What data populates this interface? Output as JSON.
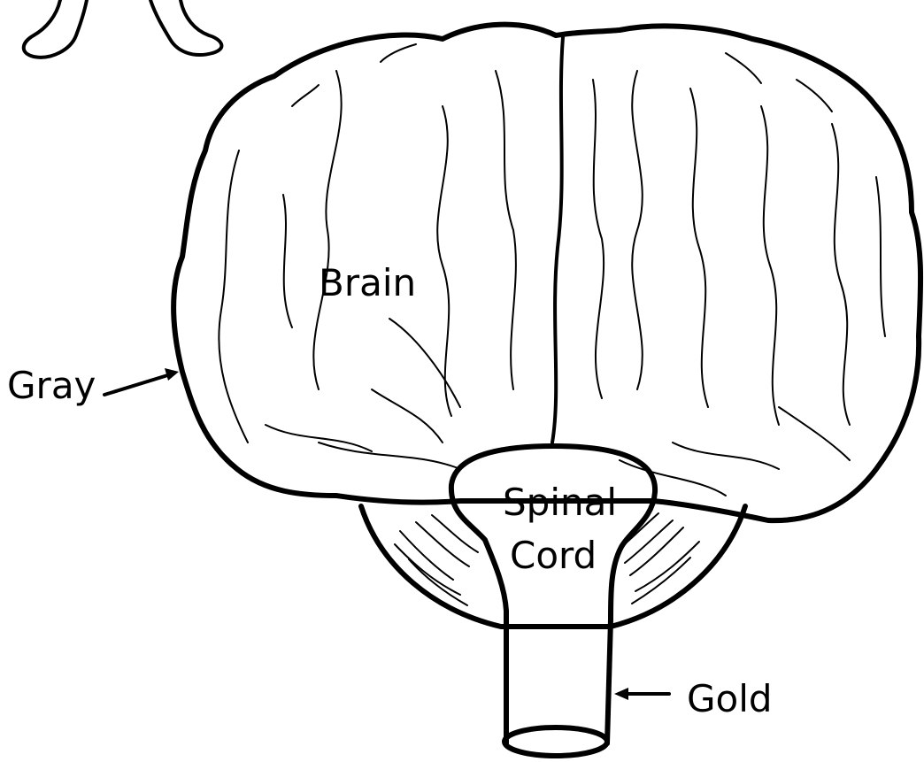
{
  "diagram": {
    "labels": {
      "brain": "Brain",
      "spinal_line1": "Spinal",
      "spinal_line2": "Cord",
      "gray": "Gray",
      "gold": "Gold"
    },
    "colors": {
      "ink": "#000000",
      "background": "#ffffff"
    }
  }
}
